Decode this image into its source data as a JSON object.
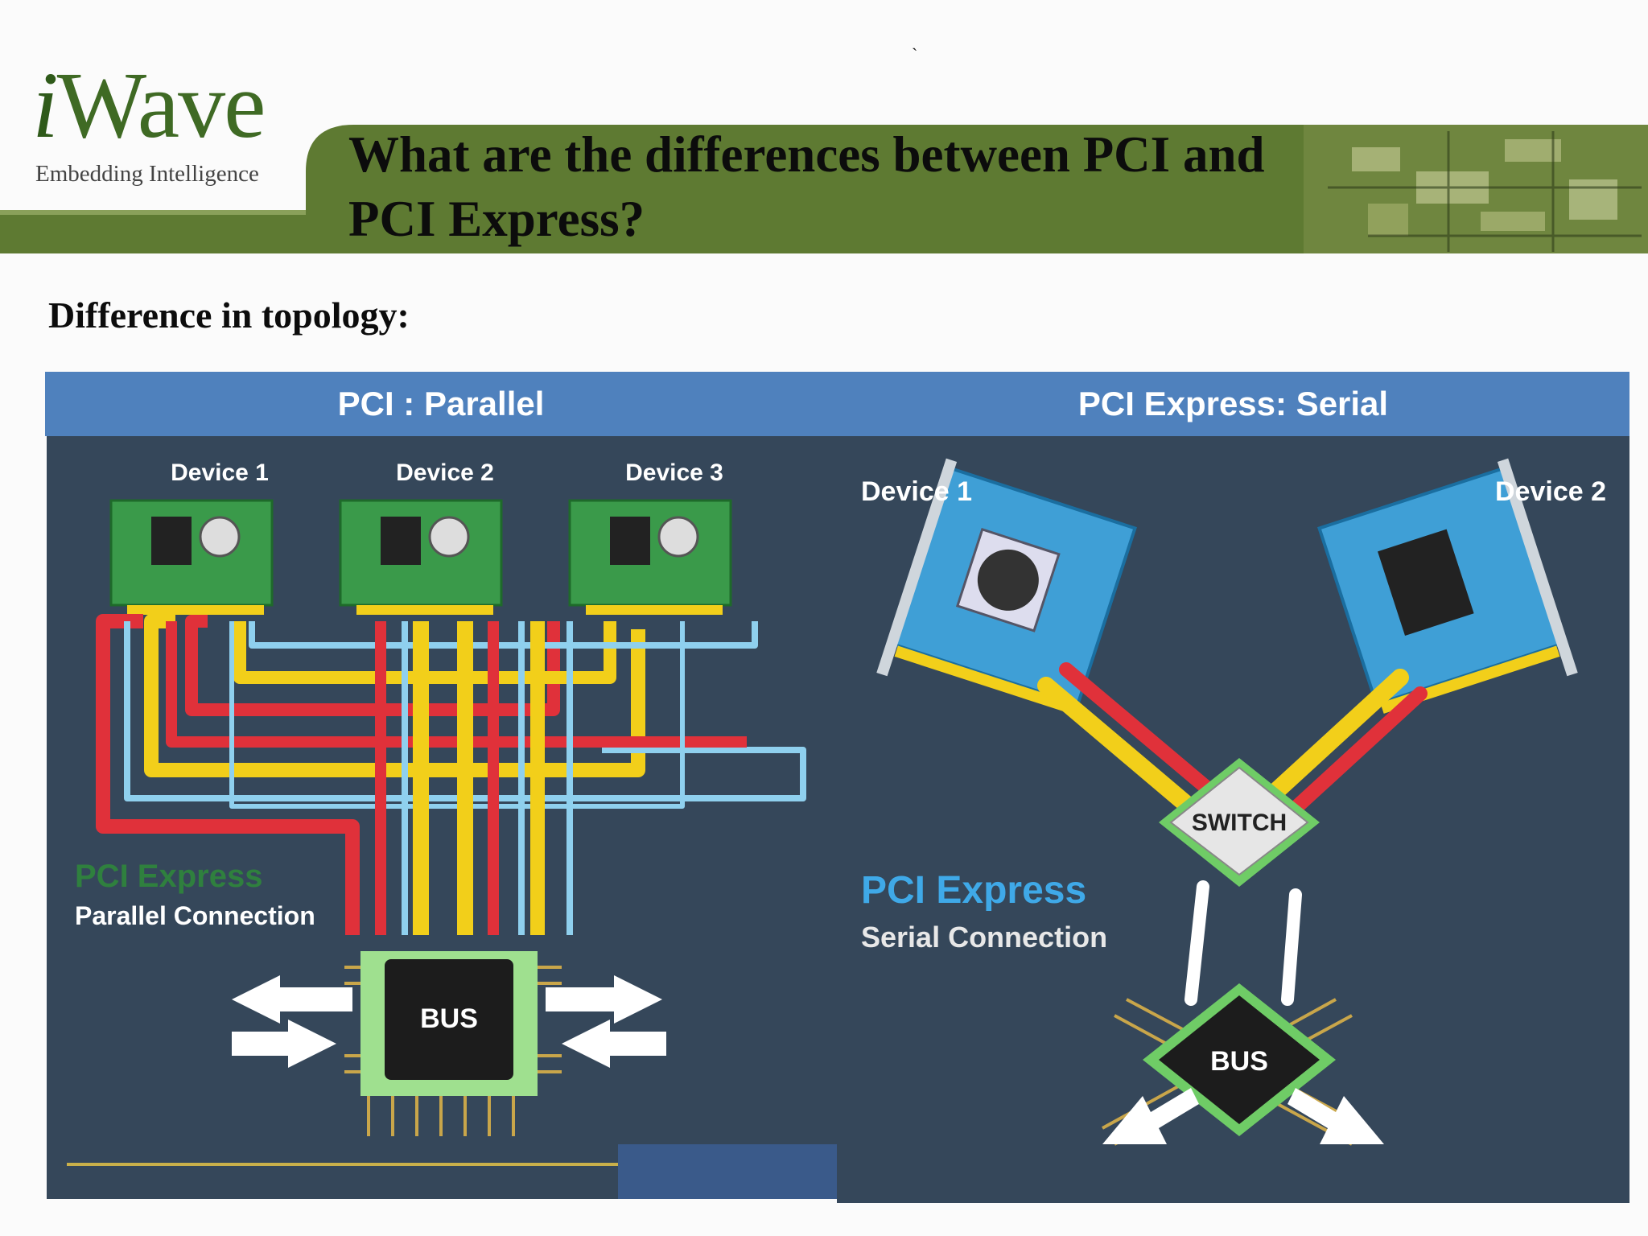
{
  "logo": {
    "word_i": "i",
    "word_rest": "Wave",
    "tagline": "Embedding Intelligence"
  },
  "slide": {
    "mark": "`",
    "title": "What are the differences between PCI and PCI Express?",
    "subtitle": "Difference in topology:"
  },
  "table": {
    "left_header": "PCI : Parallel",
    "right_header": "PCI Express: Serial"
  },
  "left_diagram": {
    "devices": [
      "Device 1",
      "Device 2",
      "Device 3"
    ],
    "caption_brand": "PCI Express",
    "caption_type": "Parallel Connection",
    "bus_label": "BUS"
  },
  "right_diagram": {
    "devices": [
      "Device 1",
      "Device 2"
    ],
    "switch_label": "SWITCH",
    "caption_brand": "PCI Express",
    "caption_type": "Serial Connection",
    "bus_label": "BUS"
  },
  "colors": {
    "banner_green": "#5e7a32",
    "header_blue": "#4f81bd",
    "panel_bg": "#35475a",
    "card_green": "#3a9a4a",
    "card_blue": "#3f9fd6",
    "line_red": "#e0313a",
    "line_yellow": "#f2cf1a",
    "line_lightblue": "#8fd0ee"
  }
}
